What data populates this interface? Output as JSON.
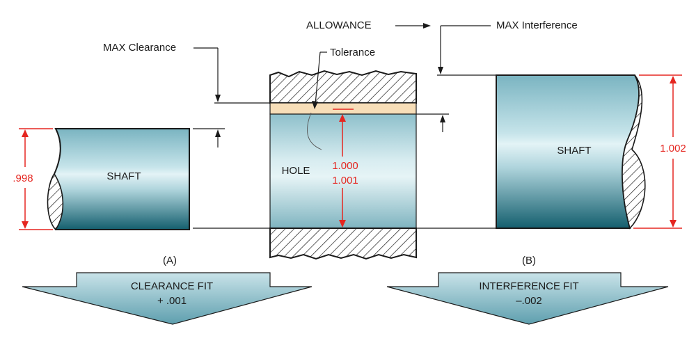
{
  "labels": {
    "allowance": "ALLOWANCE",
    "max_clearance": "MAX Clearance",
    "max_interference": "MAX Interference",
    "tolerance": "Tolerance",
    "shaft_left": "SHAFT",
    "shaft_right": "SHAFT",
    "hole": "HOLE",
    "caption_a": "(A)",
    "caption_b": "(B)"
  },
  "dimensions": {
    "shaft_left": ".998",
    "hole_min": "1.000",
    "hole_max": "1.001",
    "shaft_right": "1.002"
  },
  "fits": {
    "clearance_title": "CLEARANCE FIT",
    "clearance_value": "+ .001",
    "interference_title": "INTERFERENCE FIT",
    "interference_value": "–.002"
  },
  "colors": {
    "dimension_red": "#e52620",
    "tolerance_band": "#f7deb8",
    "steel_dark": "#0f5d6b",
    "steel_light": "#dcf0f4",
    "arrow_fill": "#7fb9c6"
  }
}
